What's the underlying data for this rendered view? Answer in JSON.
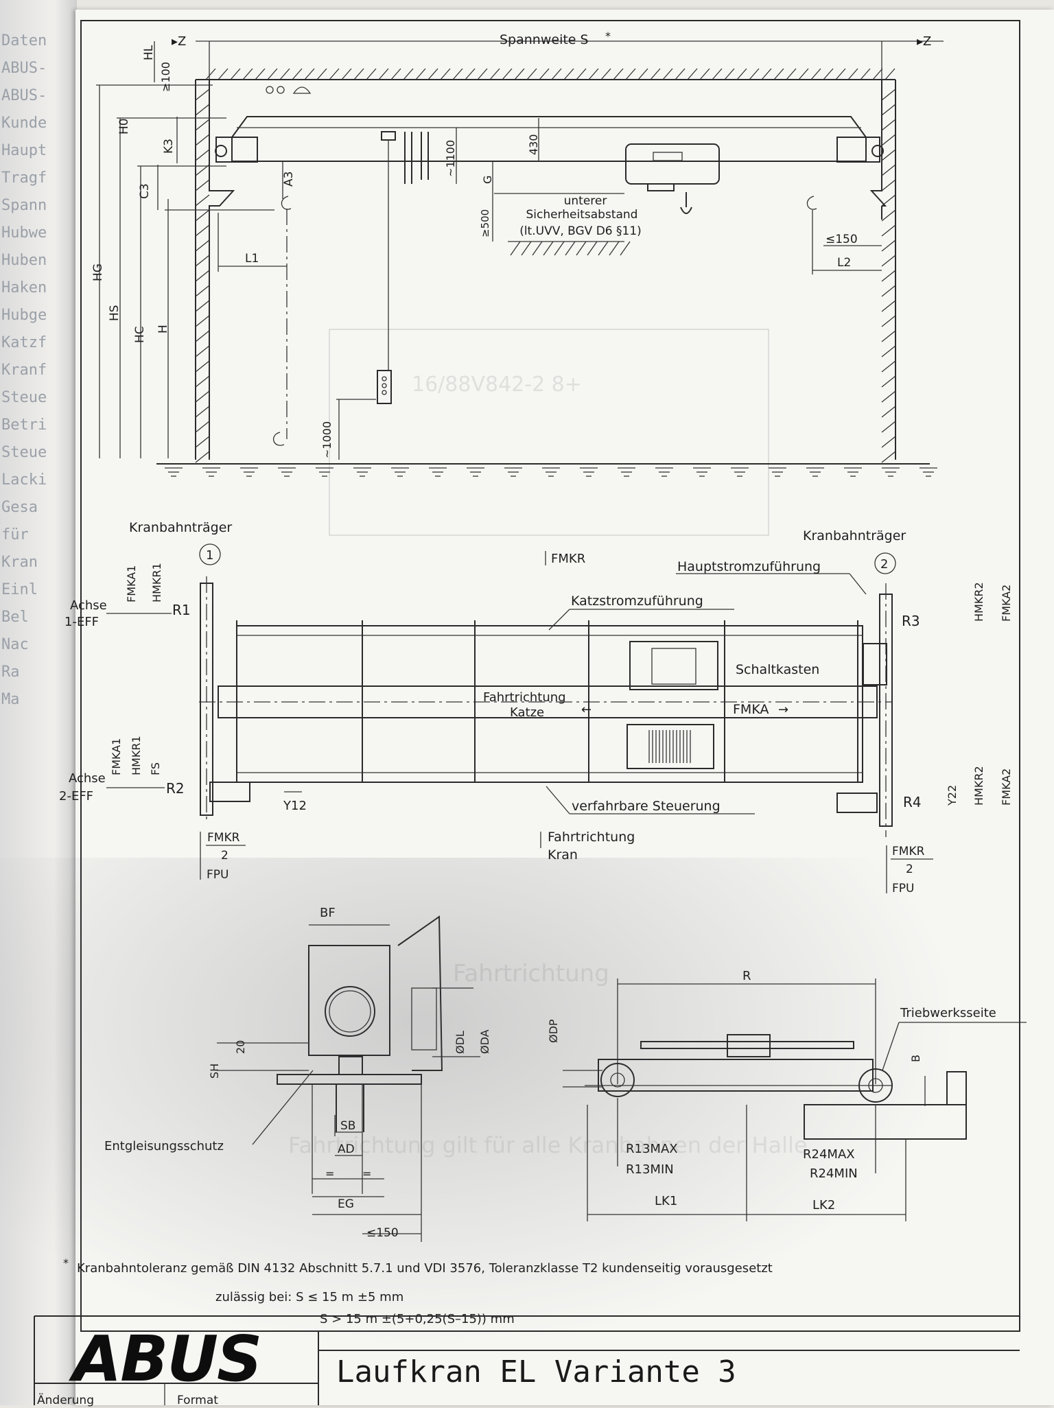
{
  "drawing": {
    "span_label": "Spannweite S",
    "span_star": "*",
    "z_marker": "▸Z",
    "top_dims": [
      "HL",
      "≥100",
      "H0",
      "K3",
      "C3",
      "A3",
      "HG",
      "HS",
      "HC",
      "H",
      "L1",
      "L2",
      "≤150",
      "~1100",
      "430",
      "G",
      "≥500",
      "~1000"
    ],
    "safety_note": [
      "unterer",
      "Sicherheitsabstand",
      "(lt.UVV, BGV D6 §11)"
    ],
    "runway_left": "Kranbahnträger",
    "runway_right": "Kranbahnträger",
    "circle_1": "1",
    "circle_2": "2",
    "fmkr_top": "FMKR",
    "labels_plan": {
      "hauptstrom": "Hauptstromzuführung",
      "katzstrom": "Katzstromzuführung",
      "schaltkasten": "Schaltkasten",
      "fahrtrichtung_katze": [
        "Fahrtrichtung",
        "Katze"
      ],
      "fmka": "FMKA",
      "verfahrbare": "verfahrbare Steuerung",
      "fahrtrichtung_kran": [
        "Fahrtrichtung",
        "Kran"
      ],
      "y12": "Y12",
      "y22": "Y22",
      "fs": "FS"
    },
    "left_forces": {
      "achse1": [
        "Achse",
        "1-EFF"
      ],
      "achse2": [
        "Achse",
        "2-EFF"
      ],
      "fmka1": "FMKA1",
      "hmkr1": "HMKR1",
      "r1": "R1",
      "r2": "R2",
      "fmkr_half": [
        "FMKR",
        "2"
      ],
      "fpu": "FPU"
    },
    "right_forces": {
      "hmkr2": "HMKR2",
      "fmka2": "FMKA2",
      "r3": "R3",
      "r4": "R4",
      "fmkr_half": [
        "FMKR",
        "2"
      ],
      "fpu": "FPU"
    },
    "detail_labels": {
      "bf": "BF",
      "dl": "ØDL",
      "da": "ØDA",
      "sh": "SH",
      "twenty": "20",
      "sb": "SB",
      "ad": "AD",
      "eq": "=",
      "eg": "EG",
      "le150": "≤150",
      "entgleisung": "Entgleisungsschutz",
      "r": "R",
      "dp": "ØDP",
      "b": "B",
      "triebwerk": "Triebwerksseite",
      "r13max": "R13MAX",
      "r13min": "R13MIN",
      "r24max": "R24MAX",
      "r24min": "R24MIN",
      "lk1": "LK1",
      "lk2": "LK2"
    },
    "footnote": {
      "star": "*",
      "line1": "Kranbahntoleranz gemäß DIN 4132 Abschnitt 5.7.1 und VDI 3576, Toleranzklasse T2 kundenseitig vorausgesetzt",
      "line2": "zulässig bei: S ≤ 15 m ±5 mm",
      "line3": "S > 15 m ±(5+0,25(S–15)) mm"
    }
  },
  "title_block": {
    "logo": "ABUS",
    "title": "Laufkran EL Variante 3",
    "aenderung": "Änderung",
    "format": "Format"
  },
  "left_margin_fragments": [
    "Daten",
    "ABUS-",
    "ABUS-",
    "Kunde",
    "Haupt",
    "Tragf",
    "Spann",
    "Hubwe",
    "Huben",
    "Haken",
    "Hubge",
    "Katzf",
    "Kranf",
    "Steue",
    "Betri",
    "Steue",
    "Lacki",
    "Gesa",
    "für",
    "Kran",
    "Einl",
    "Bel",
    "Nac",
    "Ra",
    "Ma"
  ]
}
